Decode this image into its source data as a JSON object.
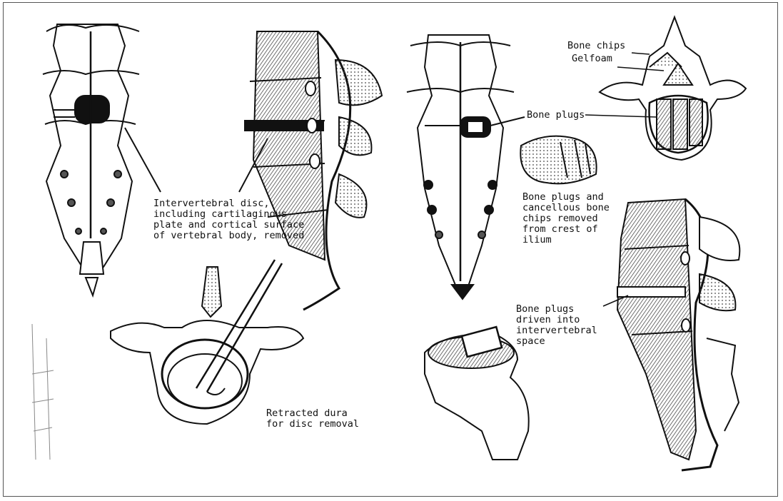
{
  "labels": {
    "intervertebral_disc": "Intervertebral disc,\nincluding cartilaginous\nplate and cortical surface\nof vertebral body, removed",
    "retracted_dura": "Retracted dura\nfor disc removal",
    "bone_plugs_top": "Bone plugs",
    "bone_plugs_removed": "Bone plugs and\ncancellous bone\nchips removed\nfrom crest of\nilium",
    "bone_plugs_driven": "Bone plugs\ndriven into\nintervertebral\nspace",
    "bone_chips": "Bone chips",
    "gelfoam": "Gelfoam"
  },
  "colors": {
    "ink": "#111111",
    "shade": "#555555",
    "paper": "#ffffff"
  }
}
